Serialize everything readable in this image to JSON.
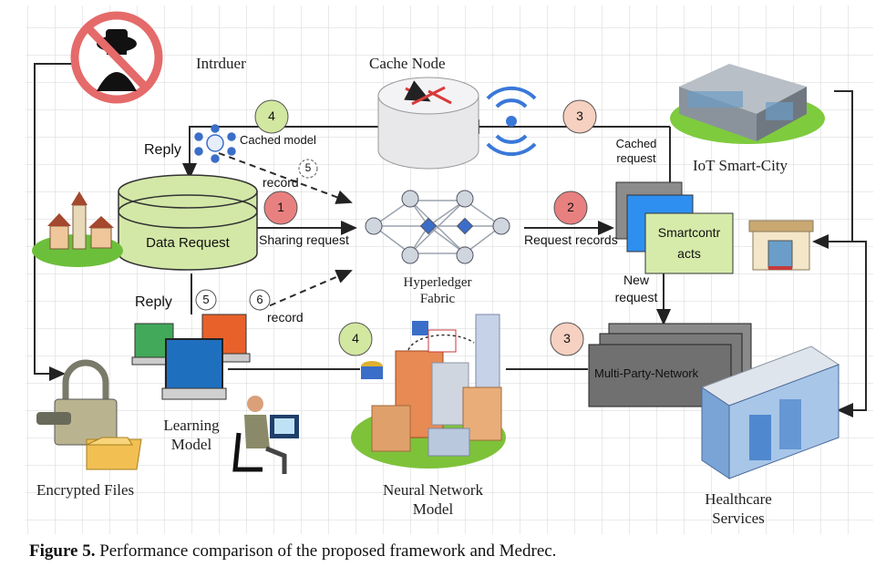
{
  "labels": {
    "intruder": "Intrduer",
    "cache_node": "Cache Node",
    "iot_smart_city": "IoT Smart-City",
    "reply_top": "Reply",
    "cached_model": "Cached model",
    "record_top": "record",
    "data_request": "Data Request",
    "sharing_request": "Sharing request",
    "request_records": "Request records",
    "cached_request_line1": "Cached",
    "cached_request_line2": "request",
    "smartcontracts_line1": "Smartcontr",
    "smartcontracts_line2": "acts",
    "hyperledger_line1": "Hyperledger",
    "hyperledger_line2": "Fabric",
    "new_request_line1": "New",
    "new_request_line2": "request",
    "reply_bottom": "Reply",
    "record_bottom": "record",
    "multi_party_network": "Multi-Party-Network",
    "learning_line1": "Learning",
    "learning_line2": "Model",
    "neural_line1": "Neural Network",
    "neural_line2": "Model",
    "encrypted_files": "Encrypted Files",
    "healthcare_line1": "Healthcare",
    "healthcare_line2": "Services"
  },
  "steps": {
    "s4_top": "4",
    "s3_top": "3",
    "s5_top": "5",
    "s1": "1",
    "s2": "2",
    "s5_bottom": "5",
    "s6": "6",
    "s4_bottom": "4",
    "s3_bottom": "3"
  },
  "caption": {
    "label": "Figure 5.",
    "text": " Performance comparison of the proposed framework and Medrec."
  },
  "colors": {
    "green_step": "#d2e7a0",
    "red_step": "#e98080",
    "peach_step": "#f6d0c0",
    "db_fill": "#d3e8a7",
    "smartcontract_fill": "#d6ebaa",
    "smartcontract_back": "#2e8ff0",
    "network_fill": "#707070"
  }
}
